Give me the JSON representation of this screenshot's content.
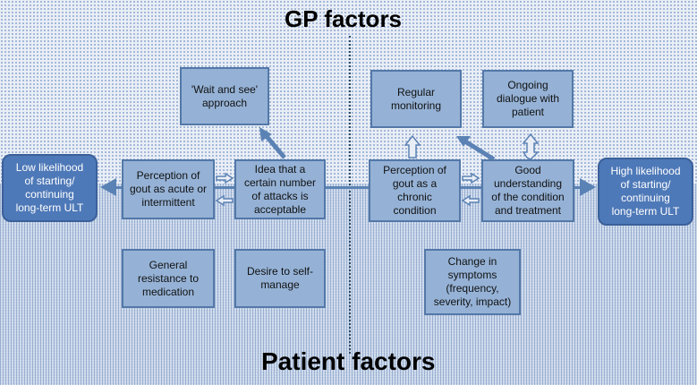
{
  "titles": {
    "top": "GP factors",
    "bottom": "Patient factors"
  },
  "outcomes": {
    "low": "Low likelihood\nof starting/\ncontinuing\nlong-term ULT",
    "high": "High likelihood\nof starting/\ncontinuing\nlong-term ULT"
  },
  "boxes": {
    "wait_and_see": "'Wait and see'\napproach",
    "perception_acute": "Perception of\ngout as acute or\nintermittent",
    "idea_attacks": "Idea that a\ncertain number\nof attacks is\nacceptable",
    "regular_monitoring": "Regular\nmonitoring",
    "ongoing_dialogue": "Ongoing\ndialogue with\npatient",
    "perception_chronic": "Perception of\ngout as a\nchronic\ncondition",
    "good_understanding": "Good\nunderstanding\nof the condition\nand treatment",
    "general_resistance": "General\nresistance to\nmedication",
    "desire_self_manage": "Desire to self-\nmanage",
    "change_symptoms": "Change in\nsymptoms\n(frequency,\nseverity, impact)"
  },
  "colors": {
    "box_fill": "#95b2d6",
    "box_border": "#5378a8",
    "outcome_fill": "#4e79b8",
    "arrow": "#5b82b4"
  }
}
